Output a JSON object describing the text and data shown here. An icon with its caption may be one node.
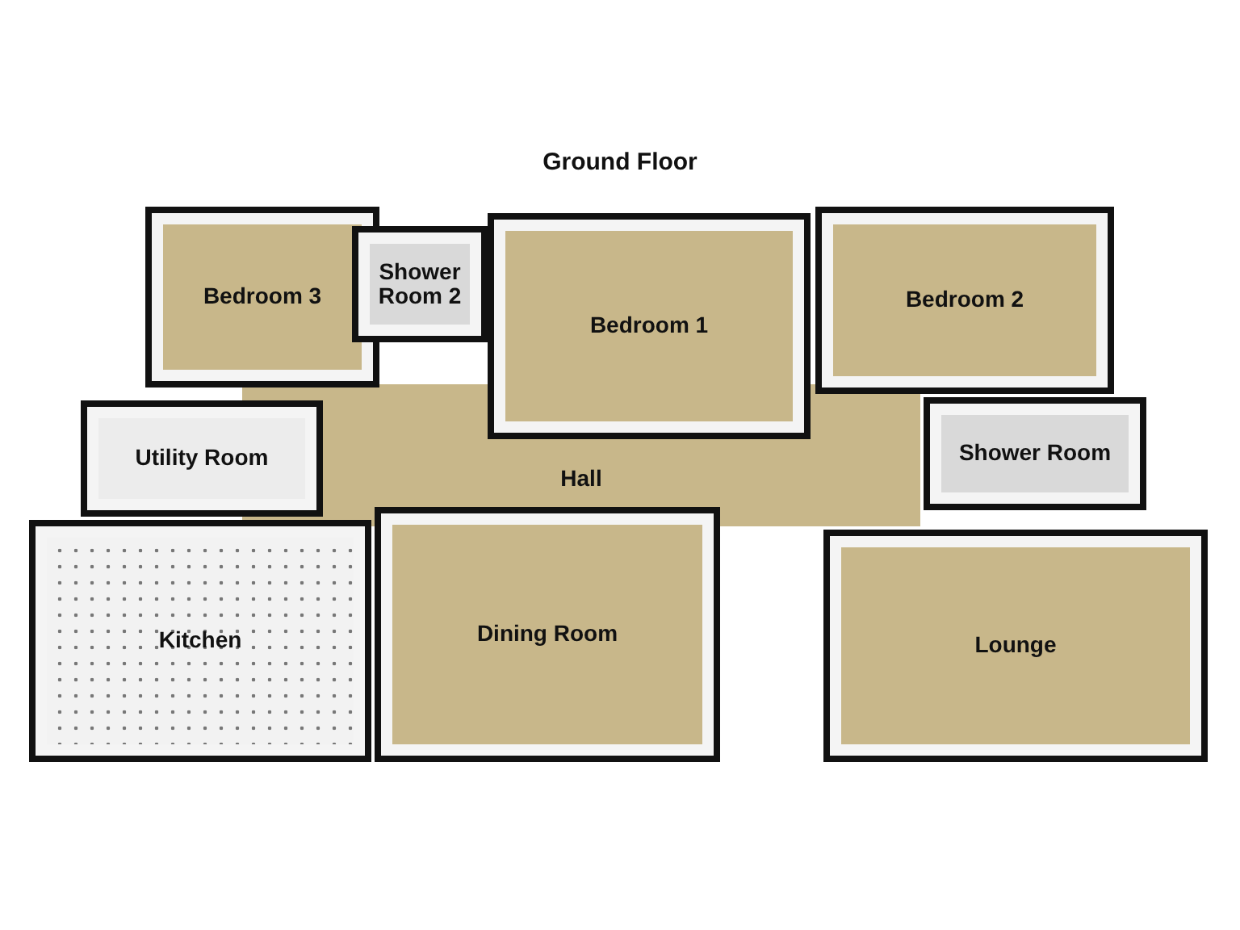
{
  "diagram": {
    "title": "Ground Floor",
    "nodes": [
      {
        "text": [
          "Hall"
        ]
      },
      {
        "text": [
          "Bedroom 3"
        ]
      },
      {
        "text": [
          "Shower Room 2"
        ]
      },
      {
        "text": [
          "Bedroom 1"
        ]
      },
      {
        "text": [
          "Bedroom 2"
        ]
      },
      {
        "text": [
          "Utility Room"
        ]
      },
      {
        "text": [
          "Shower Room"
        ]
      },
      {
        "text": [
          "Kitchen"
        ]
      },
      {
        "text": [
          "Dining Room"
        ]
      },
      {
        "text": [
          "Lounge"
        ]
      }
    ]
  }
}
